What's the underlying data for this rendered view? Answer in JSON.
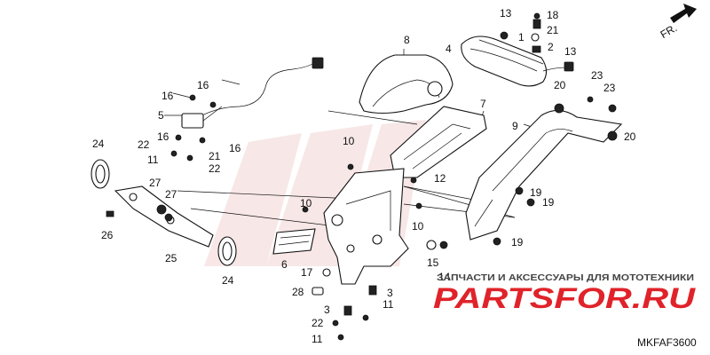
{
  "diagram": {
    "direction_label": "FR.",
    "code": "MKFAF3600",
    "callouts": [
      "1",
      "2",
      "3",
      "3",
      "4",
      "5",
      "6",
      "7",
      "8",
      "9",
      "10",
      "10",
      "10",
      "11",
      "11",
      "11",
      "12",
      "13",
      "13",
      "14",
      "15",
      "16",
      "16",
      "16",
      "16",
      "17",
      "18",
      "19",
      "19",
      "19",
      "20",
      "20",
      "21",
      "21",
      "22",
      "22",
      "22",
      "23",
      "23",
      "24",
      "24",
      "25",
      "26",
      "27",
      "27",
      "28"
    ]
  },
  "watermark": {
    "tagline": "ЗАПЧАСТИ И АКСЕССУАРЫ ДЛЯ МОТОТЕХНИКИ",
    "brand": "PARTSFOR.RU",
    "brand_color": "#e0232a",
    "stripe_color": "#f2c9c9"
  }
}
